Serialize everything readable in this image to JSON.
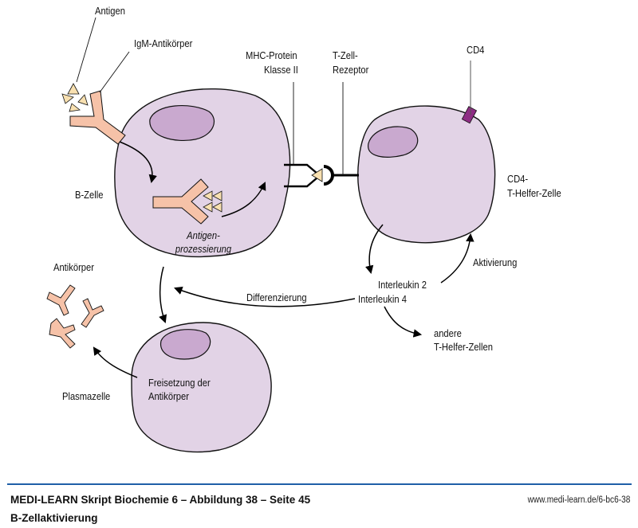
{
  "diagram": {
    "labels": {
      "antigen": "Antigen",
      "igm_antibody": "IgM-Antikörper",
      "mhc_line1": "MHC-Protein",
      "mhc_line2": "Klasse II",
      "tcr_line1": "T-Zell-",
      "tcr_line2": "Rezeptor",
      "cd4": "CD4",
      "b_cell": "B-Zelle",
      "t_helper_line1": "CD4-",
      "t_helper_line2": "T-Helfer-Zelle",
      "processing_line1": "Antigen-",
      "processing_line2": "prozessierung",
      "antibodies": "Antikörper",
      "activation": "Aktivierung",
      "interleukin2": "Interleukin 2",
      "interleukin4": "Interleukin 4",
      "differentiation": "Differenzierung",
      "other_th_line1": "andere",
      "other_th_line2": "T-Helfer-Zellen",
      "release_line1": "Freisetzung der",
      "release_line2": "Antikörper",
      "plasma_cell": "Plasmazelle"
    },
    "colors": {
      "cell_fill": "#e2d3e6",
      "nucleus_fill": "#c9a9cf",
      "antibody_fill": "#f6c2a8",
      "antigen_fill": "#f8e0b0",
      "cd4_fill": "#8e2d84",
      "accent_line": "#1f5fa8"
    }
  },
  "footer": {
    "title": "MEDI-LEARN Skript Biochemie 6 – Abbildung 38 – Seite 45",
    "subtitle": "B-Zellaktivierung",
    "url": "www.medi-learn.de/6-bc6-38"
  }
}
